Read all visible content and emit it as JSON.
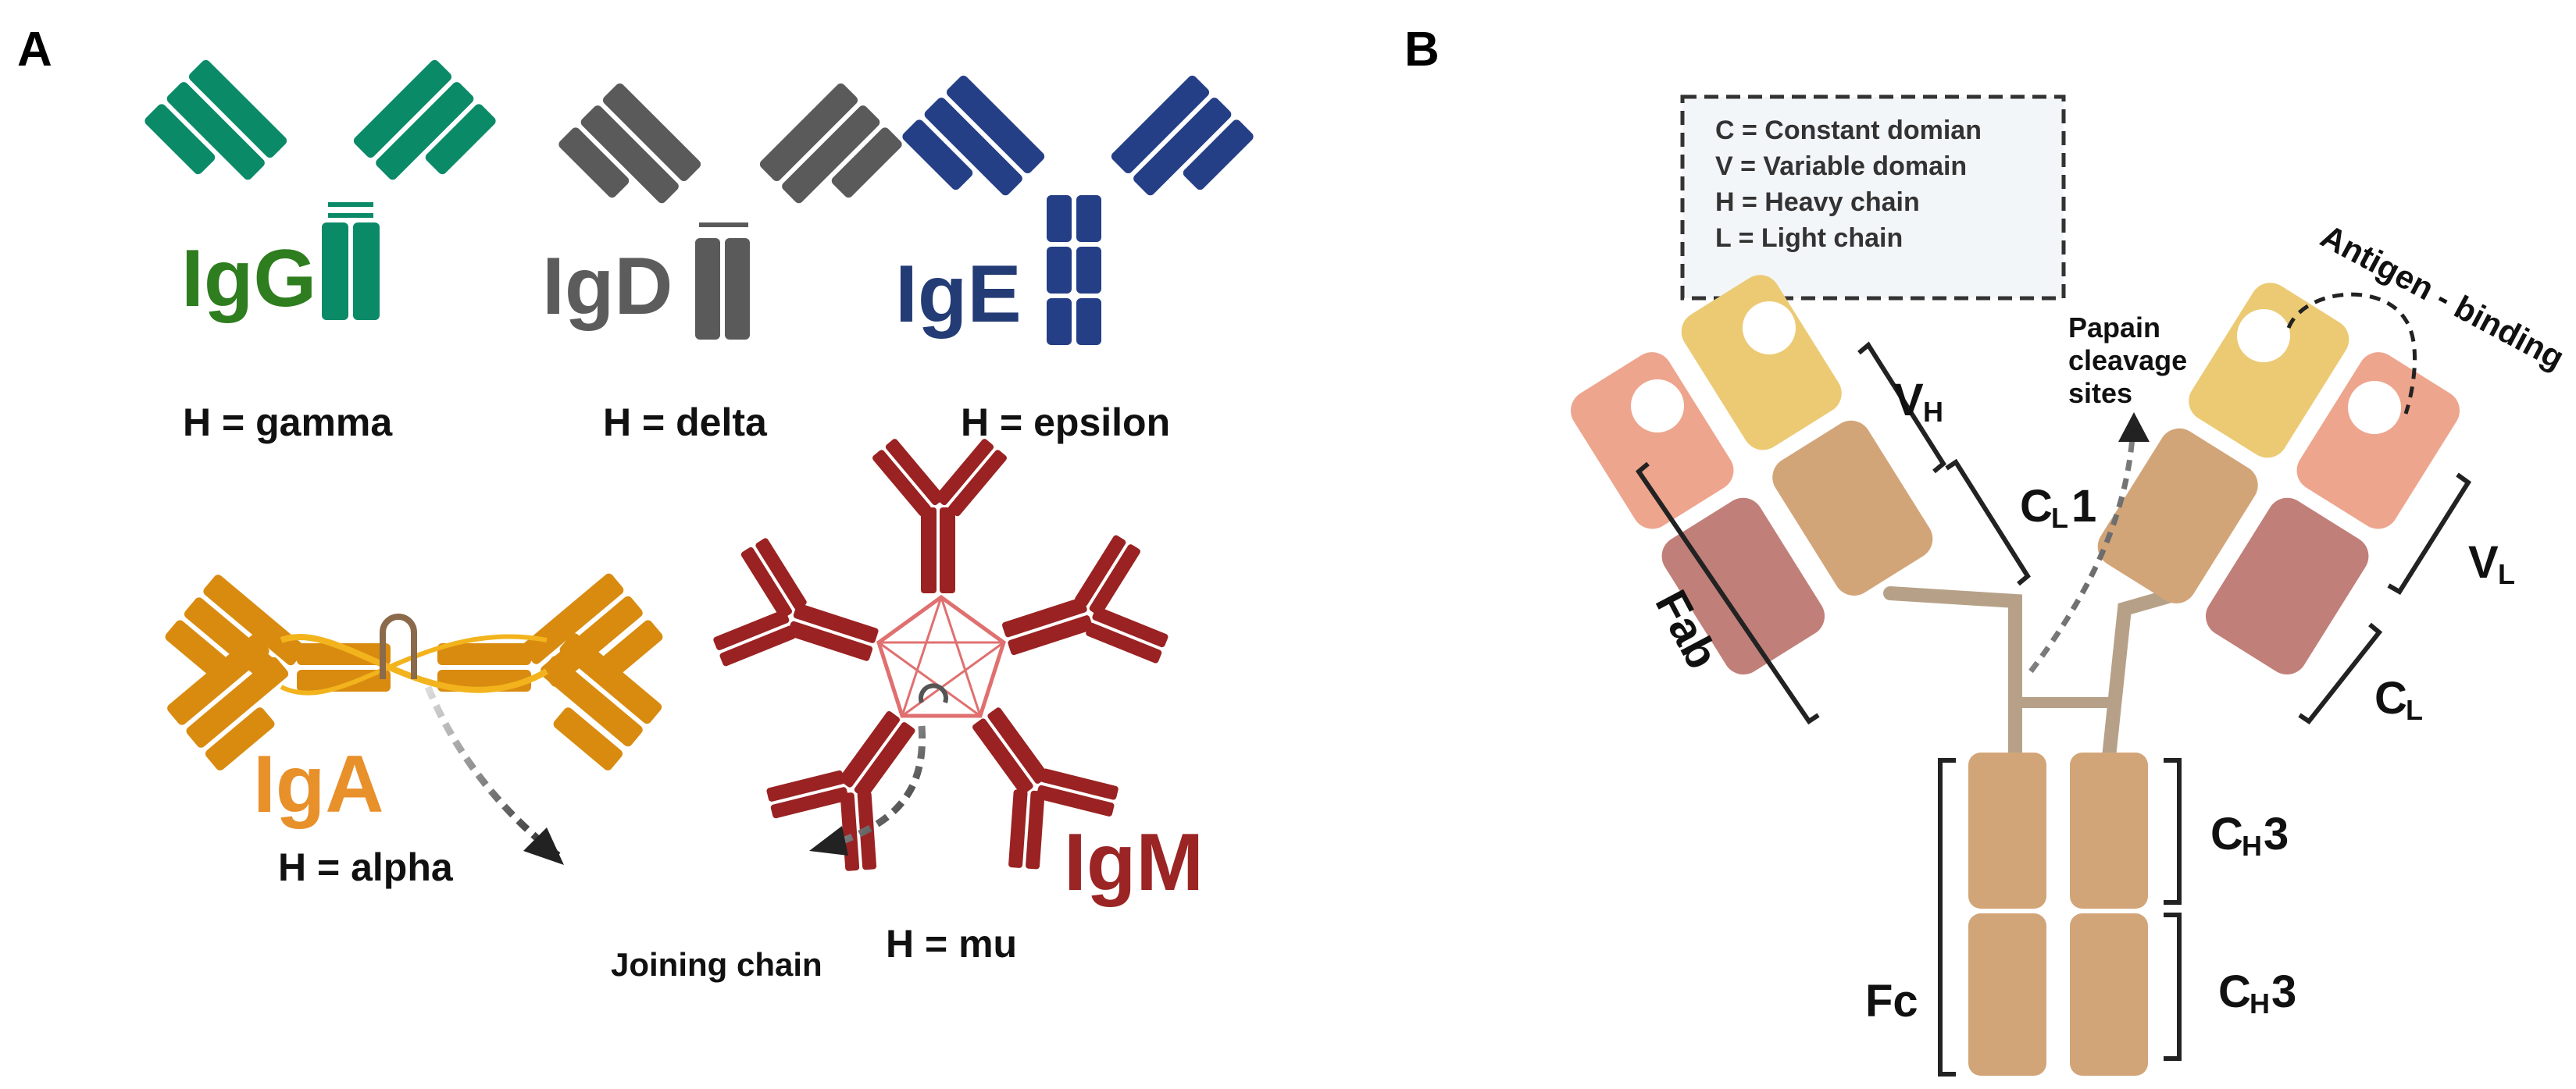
{
  "panels": {
    "a": {
      "letter": "A"
    },
    "b": {
      "letter": "B"
    }
  },
  "isotypes": {
    "igg": {
      "name": "IgG",
      "heavy_chain": "H = gamma",
      "color": "#0b8a68",
      "label_color": "#2e7d1f"
    },
    "igd": {
      "name": "IgD",
      "heavy_chain": "H = delta",
      "color": "#5a5a5a",
      "label_color": "#5c5c5c"
    },
    "ige": {
      "name": "IgE",
      "heavy_chain": "H = epsilon",
      "color": "#253f86",
      "label_color": "#243c75"
    },
    "iga": {
      "name": "IgA",
      "heavy_chain": "H = alpha",
      "color": "#d98b10",
      "label_color": "#e8902a"
    },
    "igm": {
      "name": "IgM",
      "heavy_chain": "H = mu",
      "color": "#9a2222",
      "label_color": "#9b2424"
    }
  },
  "joining_chain_label": "Joining chain",
  "legend": {
    "lines": [
      "C = Constant domian",
      "V = Variable domain",
      "H = Heavy chain",
      "L  = Light chain"
    ]
  },
  "antibody": {
    "papain": [
      "Papain",
      "cleavage",
      "sites"
    ],
    "antigen_binding": "Antigen - binding",
    "fab": "Fab",
    "fc": "Fc",
    "vh": {
      "main": "V",
      "sub": "H"
    },
    "vl": {
      "main": "V",
      "sub": "L"
    },
    "cl1": {
      "main": "C",
      "sub": "L",
      "suffix": "1"
    },
    "cl": {
      "main": "C",
      "sub": "L"
    },
    "ch3_upper": {
      "main": "C",
      "sub": "H",
      "suffix": "3"
    },
    "ch3_lower": {
      "main": "C",
      "sub": "H",
      "suffix": "3"
    }
  },
  "colors": {
    "heavy_constant": "#d2a579",
    "heavy_variable": "#ecca74",
    "light_variable": "#eea58d",
    "light_constant": "#c17f79",
    "hinge": "#b6a188",
    "legend_bg": "#f3f6f9"
  }
}
